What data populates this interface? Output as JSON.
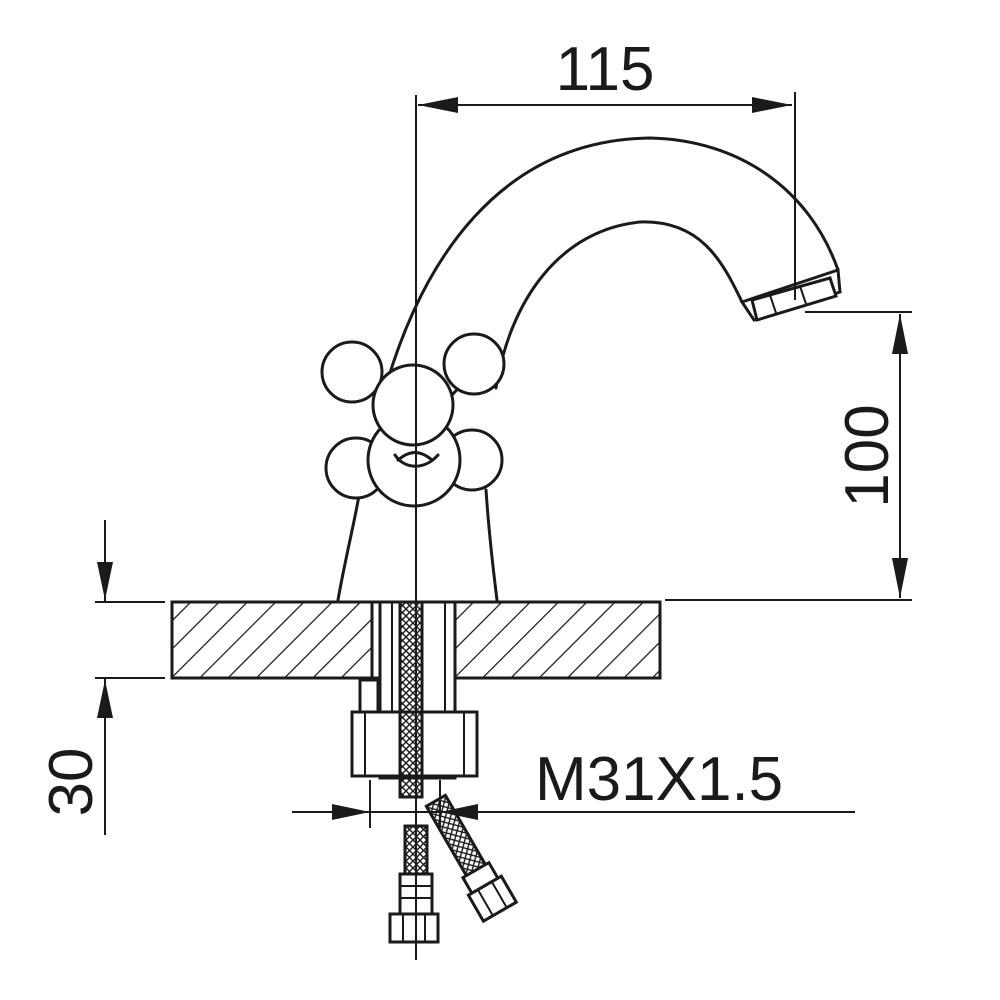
{
  "diagram": {
    "dimensions": {
      "spout_reach": "115",
      "spout_height": "100",
      "deck_thickness": "30",
      "thread_spec": "M31X1.5"
    }
  }
}
